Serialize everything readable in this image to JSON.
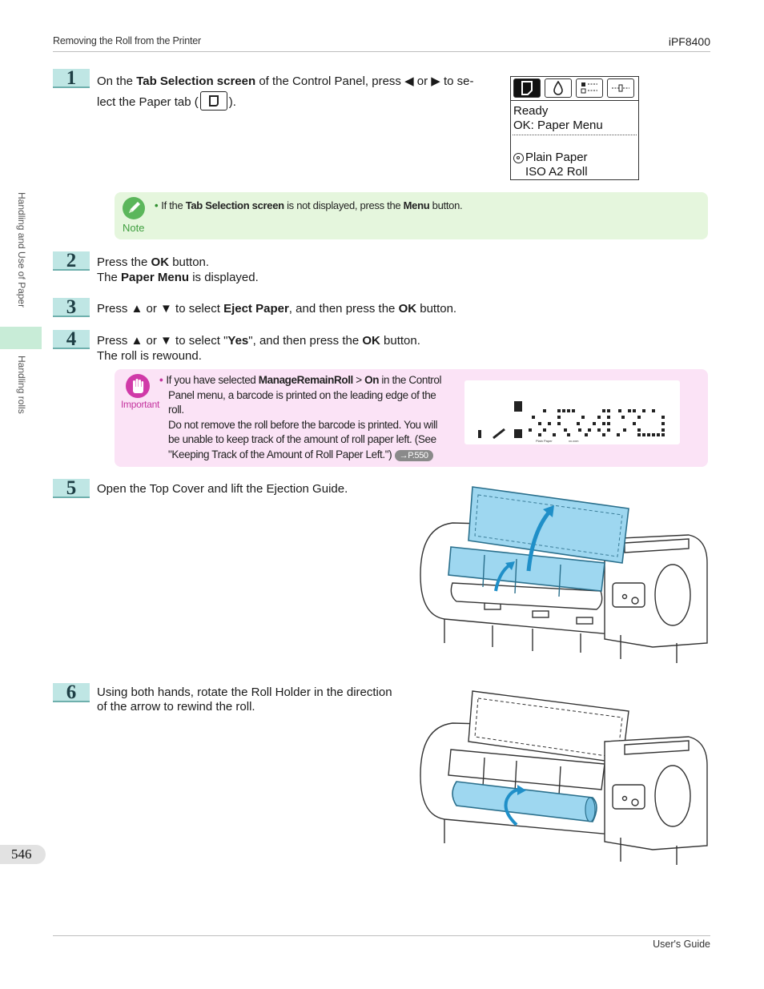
{
  "header": {
    "left": "Removing the Roll from the Printer",
    "right": "iPF8400"
  },
  "sidebar": {
    "upper": "Handling and Use of Paper",
    "lower": "Handling rolls"
  },
  "page_number": "546",
  "footer": {
    "right": "User's Guide"
  },
  "steps": [
    {
      "num": "1",
      "line1_a": "On the ",
      "line1_b": "Tab Selection screen",
      "line1_c": " of the Control Panel, press ◀ or ▶ to se-",
      "line2_a": "lect the Paper tab (",
      "line2_b": ")."
    },
    {
      "num": "2",
      "line1_a": "Press the ",
      "line1_b": "OK",
      "line1_c": " button.",
      "line2_a": "The ",
      "line2_b": "Paper Menu",
      "line2_c": " is displayed."
    },
    {
      "num": "3",
      "line1_a": "Press ▲ or ▼ to select ",
      "line1_b": "Eject Paper",
      "line1_c": ", and then press the ",
      "line1_d": "OK",
      "line1_e": " button."
    },
    {
      "num": "4",
      "line1_a": "Press ▲ or ▼ to select \"",
      "line1_b": "Yes",
      "line1_c": "\", and then press the ",
      "line1_d": "OK",
      "line1_e": " button.",
      "line2": "The roll is rewound."
    },
    {
      "num": "5",
      "line1": "Open the Top Cover and lift the Ejection Guide."
    },
    {
      "num": "6",
      "line1": "Using both hands, rotate the Roll Holder in the direction",
      "line2": "of the arrow to rewind the roll."
    }
  ],
  "lcd": {
    "line1": "Ready",
    "line2": "OK: Paper Menu",
    "line3": "Plain Paper",
    "line4": "ISO A2 Roll"
  },
  "note": {
    "label": "Note",
    "text_a": "If the ",
    "text_b": "Tab Selection screen",
    "text_c": " is not displayed, press the ",
    "text_d": "Menu",
    "text_e": " button."
  },
  "important": {
    "label": "Important",
    "p1_a": "If you have selected ",
    "p1_b": "ManageRemainRoll",
    "p1_c": " > ",
    "p1_d": "On",
    "p1_e": " in the Control",
    "p2": "Panel menu, a barcode is printed on the leading edge of the",
    "p3": "roll.",
    "p4": "Do not remove the roll before the barcode is printed. You will",
    "p5": "be unable to keep track of the amount of roll paper left.  (See",
    "p6": "\"Keeping Track of the Amount of Roll Paper Left.\")",
    "page_ref": "→P.550",
    "barcode_caption_left": "Plain Paper",
    "barcode_caption_right": "xx.xxm"
  },
  "colors": {
    "step_badge": "#bfe6e4",
    "note_bg": "#e5f6dd",
    "important_bg": "#fbe3f6",
    "highlight_blue": "#8fd3ef",
    "sidebar_band": "#c8ecd7"
  }
}
